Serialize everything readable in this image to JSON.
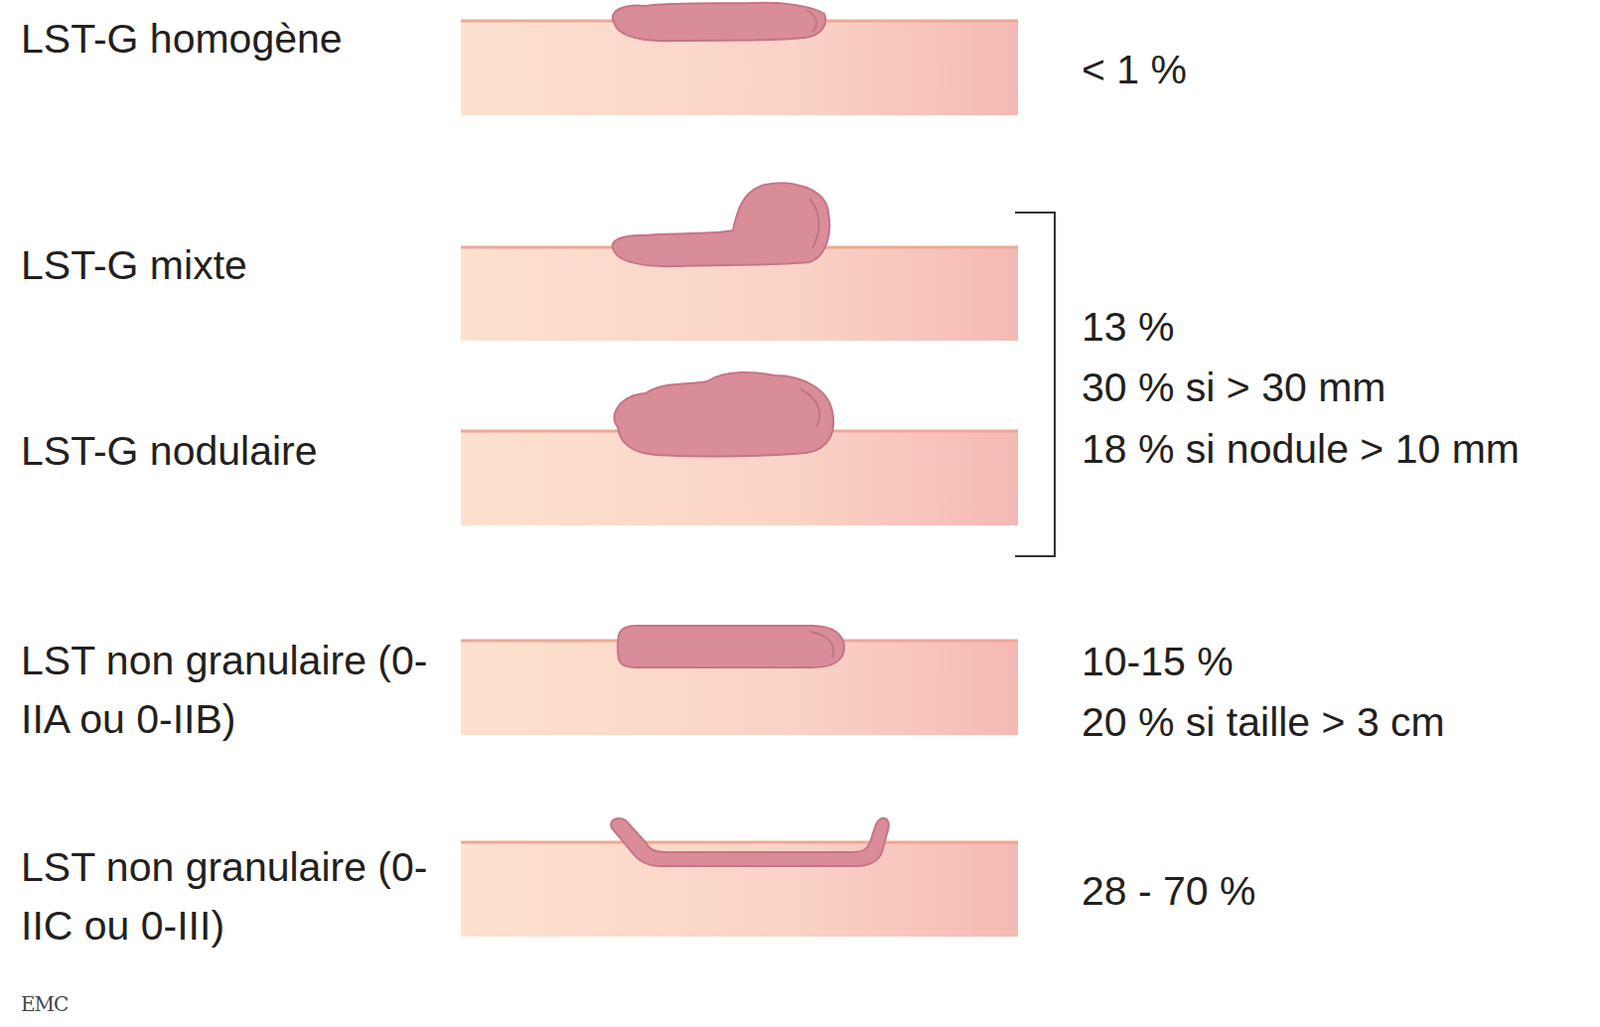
{
  "diagram": {
    "labels": [
      "LST-G homogène",
      "< 1 %",
      "LST-G mixte",
      "LST-G nodulaire",
      "13 %",
      "30 % si > 30 mm",
      "18 % si nodule > 10 mm",
      "LST non granulaire (0-IIA ou 0-IIB)",
      "10-15 %",
      "20 % si taille > 3 cm",
      "LST non granulaire (0-IIC ou 0-III)",
      "28 - 70 %",
      "EMC"
    ]
  }
}
